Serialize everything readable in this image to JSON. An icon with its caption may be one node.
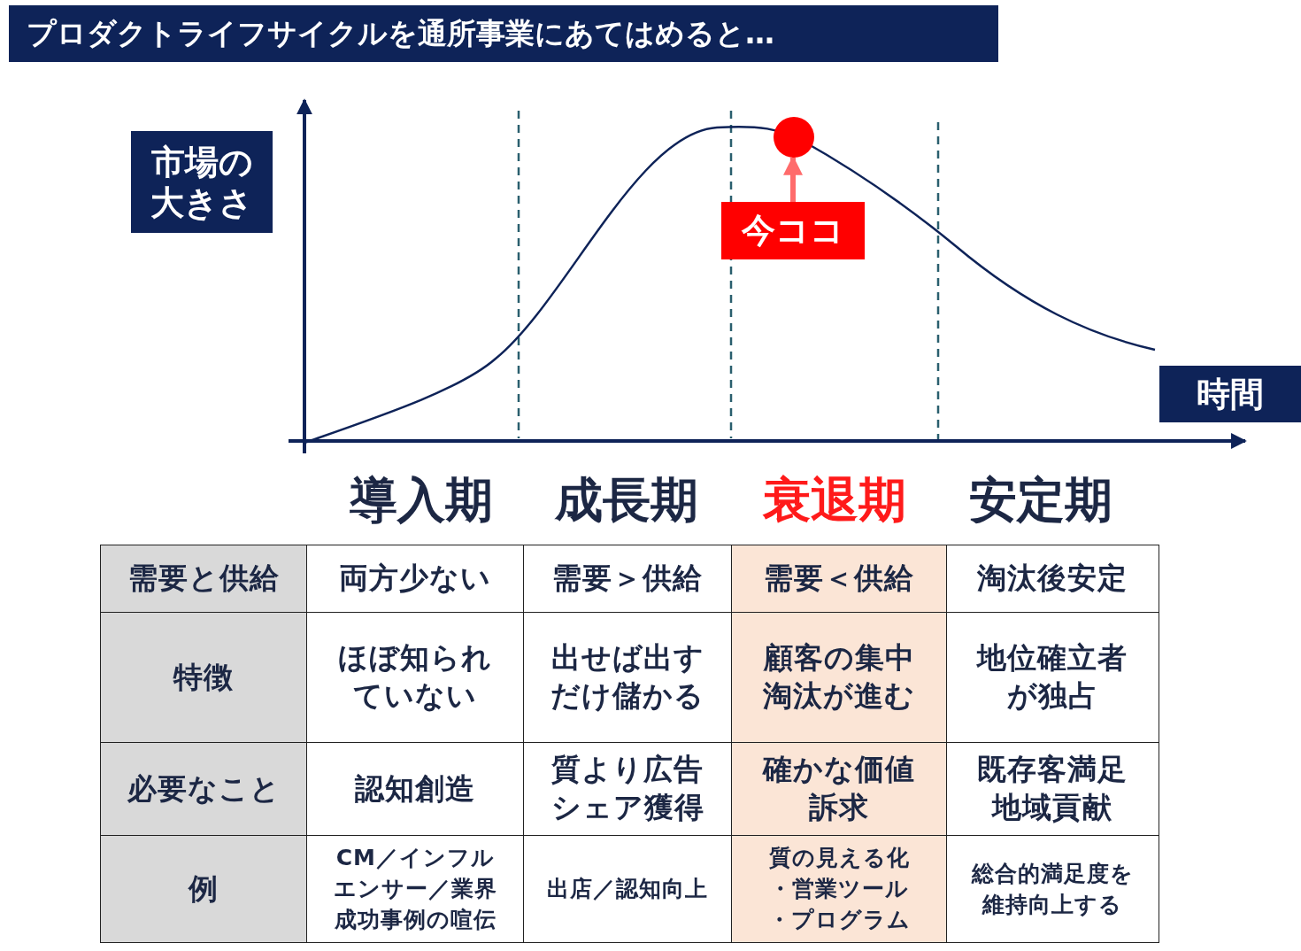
{
  "diagram": {
    "title": "プロダクトライフサイクルを通所事業にあてはめると…",
    "nodes": [
      {
        "text": [
          "市場の大きさ"
        ]
      },
      {
        "text": [],
        "shape": "circle"
      },
      {
        "text": [
          "今ココ"
        ]
      },
      {
        "text": [
          "時間"
        ]
      }
    ],
    "edges": [
      {
        "from": 2,
        "to": 1,
        "arrow": "to",
        "color": "#ff6b6b"
      }
    ],
    "labels": [
      "導入期",
      "成長期",
      "衰退期",
      "安定期",
      "需要と供給",
      "両方少ない",
      "需要＞供給",
      "需要＜供給",
      "淘汰後安定",
      "特徴",
      "ほぼ知られていない",
      "出せば出すだけ儲かる",
      "顧客の集中淘汰が進む",
      "地位確立者が独占",
      "必要なこと",
      "認知創造",
      "質より広告シェア獲得",
      "確かな価値訴求",
      "既存客満足地域貢献",
      "例",
      "CM／インフルエンサー／業界成功事例の喧伝",
      "出店／認知向上",
      "質の見える化・営業ツール・プログラム",
      "総合的満足度を維持向上する"
    ]
  }
}
